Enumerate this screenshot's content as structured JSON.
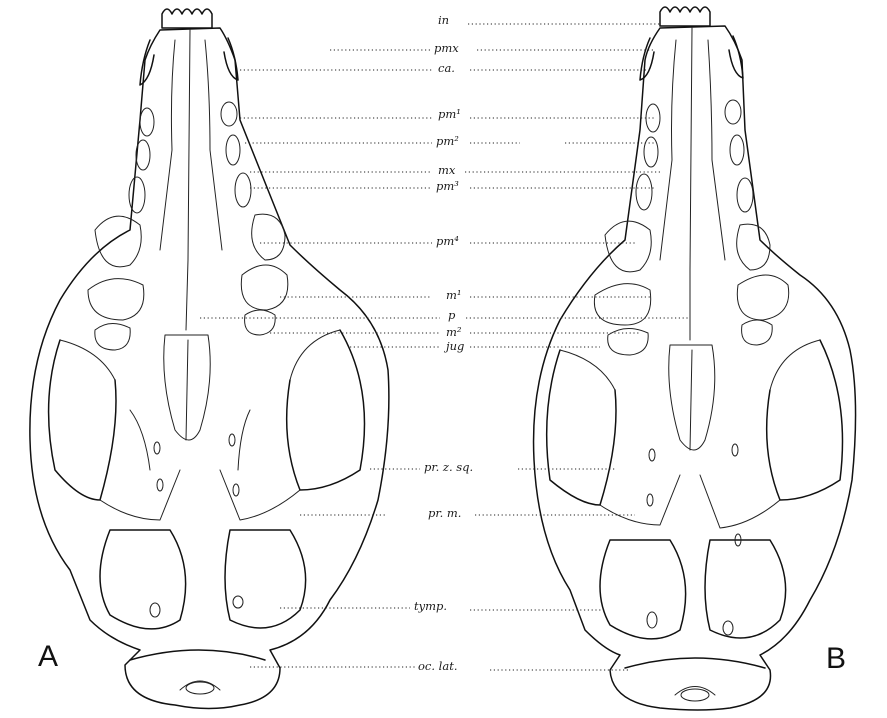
{
  "figure": {
    "panel_left": "A",
    "panel_right": "B",
    "labels": [
      {
        "key": "in",
        "text": "in"
      },
      {
        "key": "pmx",
        "text": "pmx"
      },
      {
        "key": "ca",
        "text": "ca."
      },
      {
        "key": "pm1",
        "text": "pm¹"
      },
      {
        "key": "pm2",
        "text": "pm²"
      },
      {
        "key": "mx",
        "text": "mx"
      },
      {
        "key": "pm3",
        "text": "pm³"
      },
      {
        "key": "pm4",
        "text": "pm⁴"
      },
      {
        "key": "m1",
        "text": "m¹"
      },
      {
        "key": "p",
        "text": "p"
      },
      {
        "key": "m2",
        "text": "m²"
      },
      {
        "key": "jug",
        "text": "jug"
      },
      {
        "key": "prz",
        "text": "pr. z. sq."
      },
      {
        "key": "prm",
        "text": "pr. m."
      },
      {
        "key": "tymp",
        "text": "tymp."
      },
      {
        "key": "oclat",
        "text": "oc. lat."
      }
    ]
  }
}
